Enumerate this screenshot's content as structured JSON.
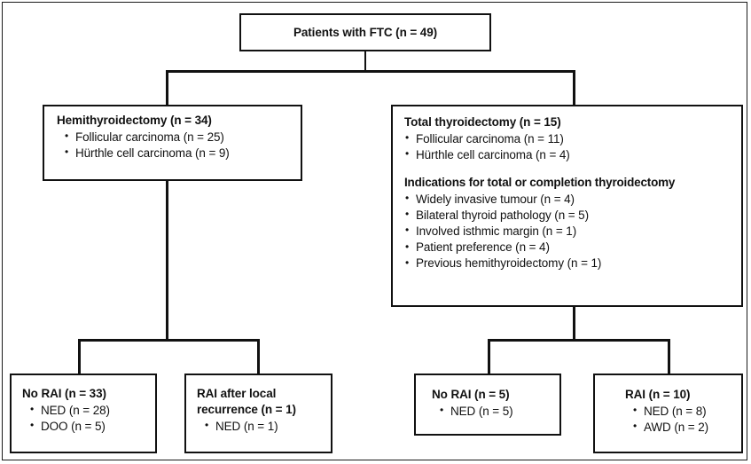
{
  "figure": {
    "type": "flowchart",
    "title_node": {
      "label": "Patients with FTC (n = 49)"
    },
    "nodes": [
      {
        "id": "root",
        "title": "Patients with FTC (n = 49)",
        "bullets": []
      },
      {
        "id": "hemithyroidectomy",
        "title": "Hemithyroidectomy (n = 34)",
        "bullets": [
          "Follicular carcinoma (n = 25)",
          "Hürthle cell carcinoma (n = 9)"
        ]
      },
      {
        "id": "total-thyroidectomy",
        "title": "Total thyroidectomy (n = 15)",
        "bullets": [
          "Follicular carcinoma (n = 11)",
          "Hürthle cell carcinoma (n = 4)"
        ],
        "sub_heading": "Indications for total or completion thyroidectomy",
        "sub_bullets": [
          "Widely invasive tumour (n = 4)",
          "Bilateral thyroid pathology (n = 5)",
          "Involved isthmic margin (n = 1)",
          "Patient preference (n = 4)",
          "Previous hemithyroidectomy (n = 1)"
        ]
      },
      {
        "id": "no-rai-33",
        "title": "No RAI (n = 33)",
        "bullets": [
          "NED (n = 28)",
          "DOO (n = 5)"
        ]
      },
      {
        "id": "rai-after-local-recurrence",
        "title": "RAI after local\nrecurrence (n = 1)",
        "bullets": [
          "NED (n = 1)"
        ]
      },
      {
        "id": "no-rai-5",
        "title": "No RAI (n = 5)",
        "bullets": [
          "NED (n = 5)"
        ]
      },
      {
        "id": "rai-10",
        "title": "RAI (n = 10)",
        "bullets": [
          "NED (n = 8)",
          "AWD (n = 2)"
        ]
      }
    ],
    "colors": {
      "box_border": "#111111",
      "text": "#111111",
      "background": "#ffffff",
      "outer_frame": "#1a1a1a"
    }
  }
}
